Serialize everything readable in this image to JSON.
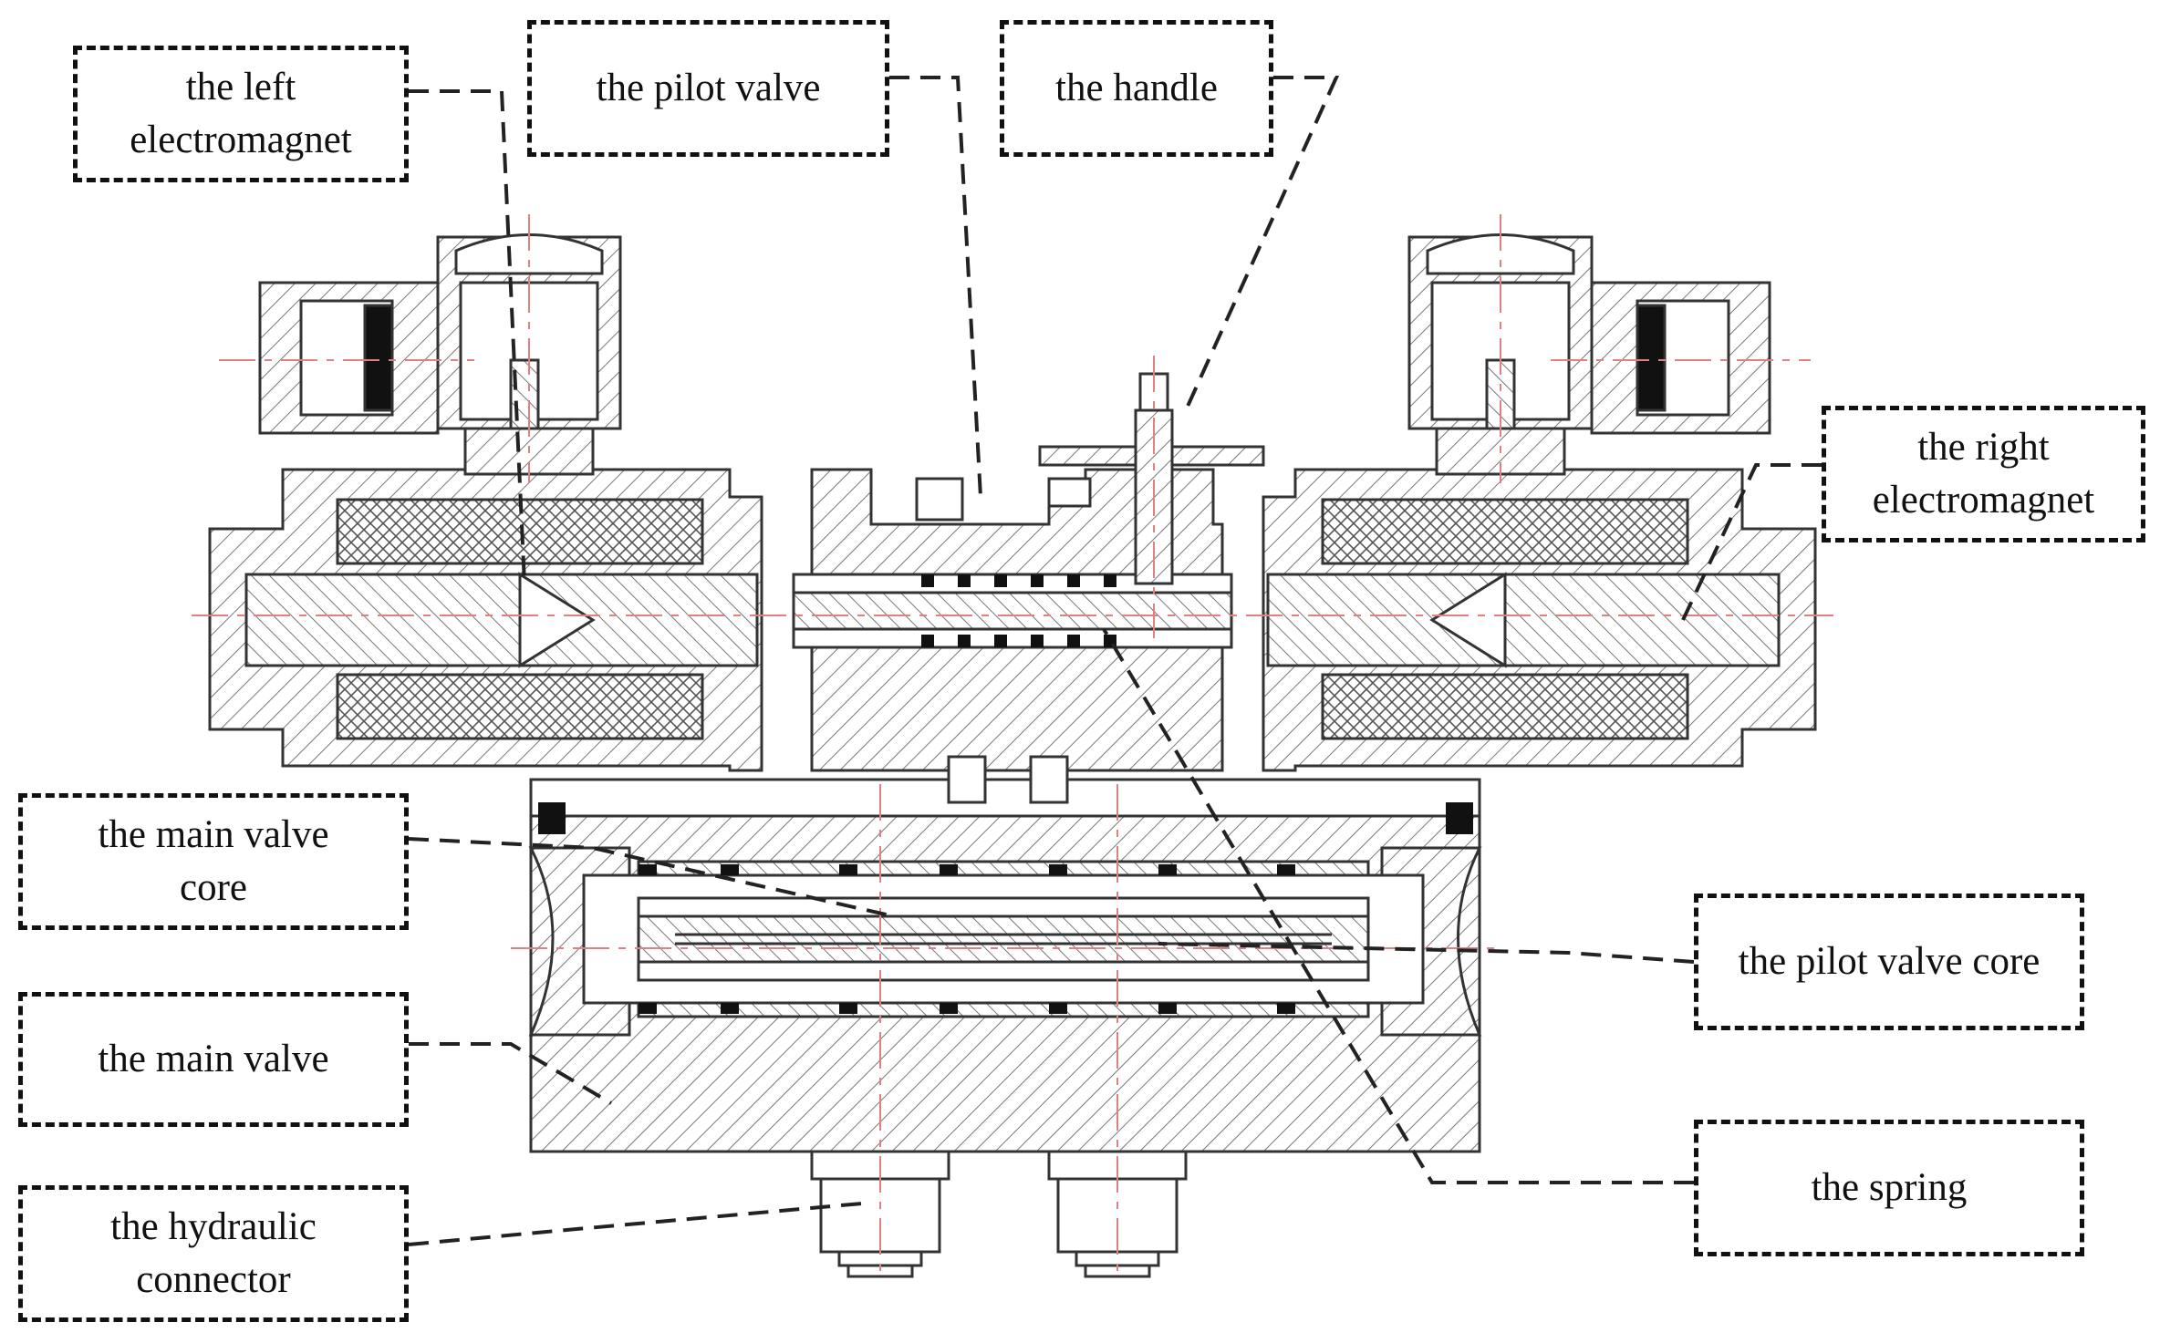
{
  "labels": {
    "left_electromagnet": "the left\nelectromagnet",
    "pilot_valve": "the pilot valve",
    "handle": "the handle",
    "right_electromagnet": "the right\nelectromagnet",
    "main_valve_core": "the main valve\ncore",
    "pilot_valve_core": "the pilot valve core",
    "main_valve": "the main valve",
    "spring": "the spring",
    "hydraulic_connector": "the hydraulic\nconnector"
  }
}
